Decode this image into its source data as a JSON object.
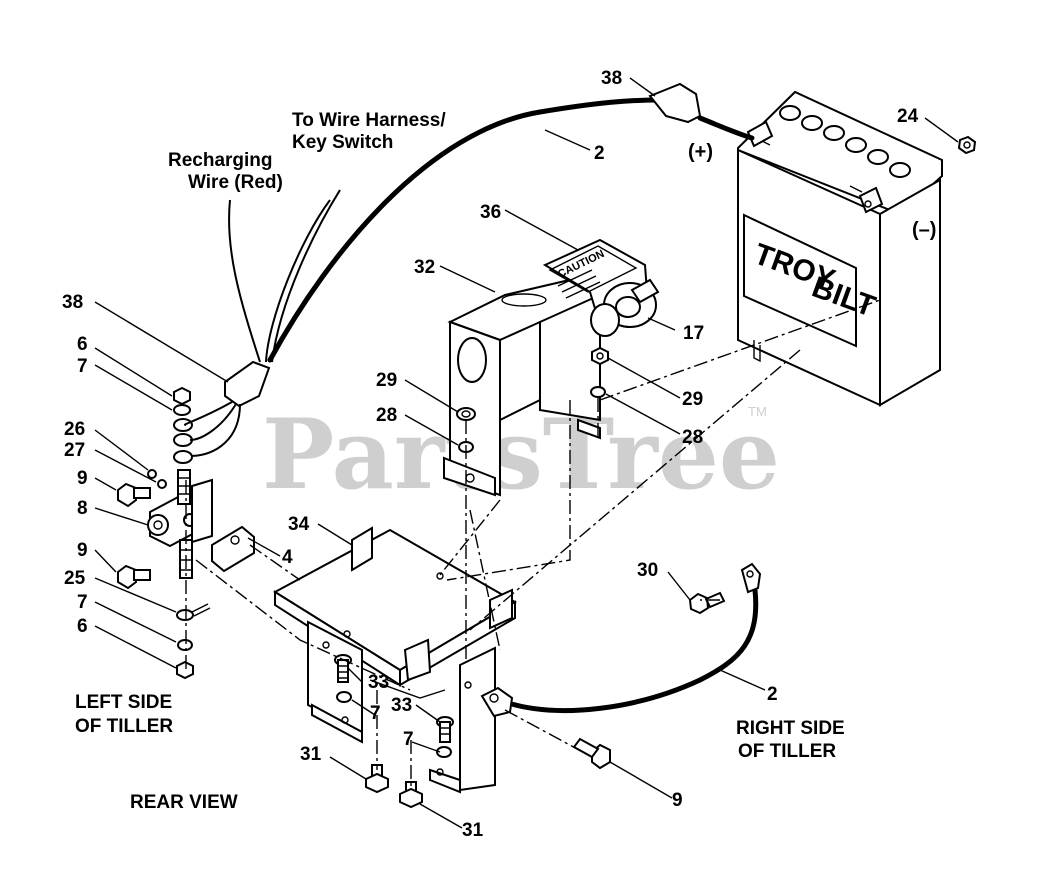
{
  "watermark": "PartsTree",
  "watermark_tm": "TM",
  "labels": {
    "to_wire_harness_1": "To Wire Harness/",
    "to_wire_harness_2": "Key Switch",
    "recharging_1": "Recharging",
    "recharging_2": "Wire (Red)",
    "plus": "(+)",
    "minus": "(–)",
    "left_side_1": "LEFT SIDE",
    "left_side_2": "OF TILLER",
    "right_side_1": "RIGHT SIDE",
    "right_side_2": "OF TILLER",
    "rear_view": "REAR  VIEW"
  },
  "battery_logo": {
    "line1": "TROY",
    "line2": "BILT"
  },
  "caution_decal": "CAUTION",
  "callouts": {
    "c38_top": "38",
    "c2_top": "2",
    "c24": "24",
    "c36": "36",
    "c32": "32",
    "c17": "17",
    "c38_left": "38",
    "c6_top": "6",
    "c7_top": "7",
    "c29_left": "29",
    "c28_left": "28",
    "c29_right": "29",
    "c28_right": "28",
    "c26": "26",
    "c27": "27",
    "c9_a": "9",
    "c8": "8",
    "c34": "34",
    "c4": "4",
    "c9_b": "9",
    "c25": "25",
    "c7_mid": "7",
    "c6_bot": "6",
    "c30": "30",
    "c33_a": "33",
    "c33_b": "33",
    "c7_b1": "7",
    "c7_b2": "7",
    "c2_right": "2",
    "c31_a": "31",
    "c31_b": "31",
    "c9_c": "9"
  }
}
